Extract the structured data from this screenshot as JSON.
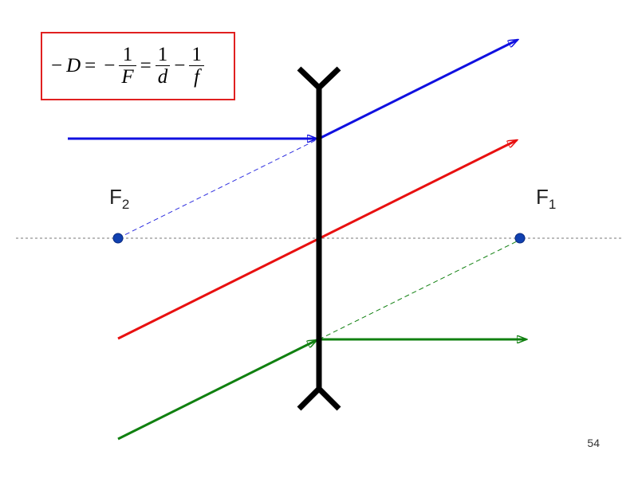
{
  "formula": {
    "minus": "−",
    "D": "D",
    "eq": "=",
    "one": "1",
    "F": "F",
    "d": "d",
    "f": "f"
  },
  "labels": {
    "F2_main": "F",
    "F2_sub": "2",
    "F1_main": "F",
    "F1_sub": "1"
  },
  "page_number": "54",
  "colors": {
    "blue_ray": "#1010e0",
    "red_ray": "#e81010",
    "green_ray": "#108010",
    "lens": "#000000",
    "focus_point": "#1040b0",
    "formula_border": "#e02020"
  }
}
